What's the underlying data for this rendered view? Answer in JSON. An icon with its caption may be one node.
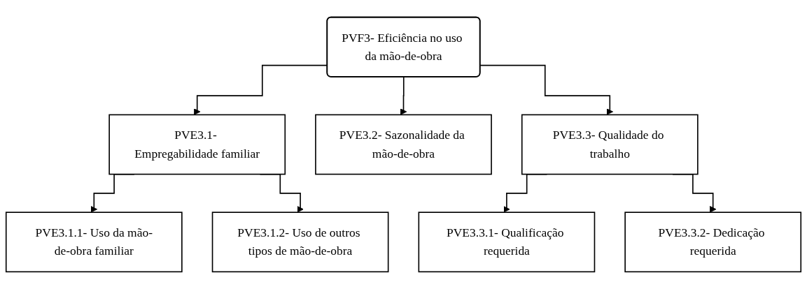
{
  "diagram": {
    "nodes": [
      {
        "text": [
          "PVF3- Eficiência no uso da mão-de-obra"
        ]
      },
      {
        "text": [
          "PVE3.1- Empregabilidade familiar"
        ]
      },
      {
        "text": [
          "PVE3.2- Sazonalidade da mão-de-obra"
        ]
      },
      {
        "text": [
          "PVE3.3- Qualidade do trabalho"
        ]
      },
      {
        "text": [
          "PVE3.1.1- Uso da mão-de-obra familiar"
        ]
      },
      {
        "text": [
          "PVE3.1.2- Uso de outros tipos de mão-de-obra"
        ]
      },
      {
        "text": [
          "PVE3.3.1- Qualificação requerida"
        ]
      },
      {
        "text": [
          "PVE3.3.2- Dedicação requerida"
        ]
      }
    ],
    "edges": [
      {
        "from": 0,
        "to": 1,
        "arrow": "to"
      },
      {
        "from": 0,
        "to": 2,
        "arrow": "to"
      },
      {
        "from": 0,
        "to": 3,
        "arrow": "to"
      },
      {
        "from": 1,
        "to": 4,
        "arrow": "to"
      },
      {
        "from": 1,
        "to": 5,
        "arrow": "to"
      },
      {
        "from": 3,
        "to": 6,
        "arrow": "to"
      },
      {
        "from": 3,
        "to": 7,
        "arrow": "to"
      }
    ]
  }
}
